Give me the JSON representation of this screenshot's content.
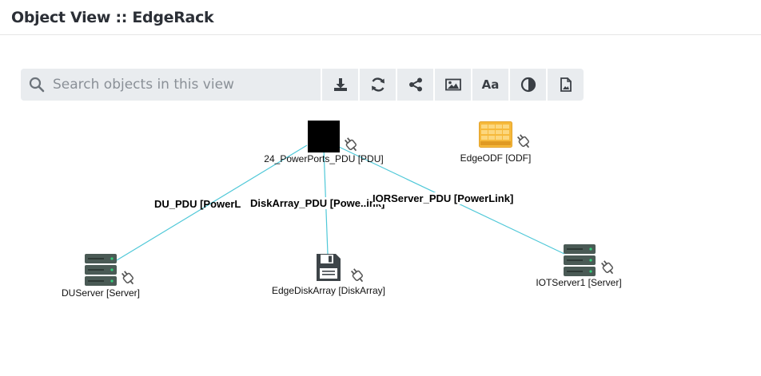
{
  "header": {
    "title": "Object View :: EdgeRack"
  },
  "search": {
    "placeholder": "Search objects in this view"
  },
  "toolbar": {
    "buttons": [
      {
        "name": "download-icon"
      },
      {
        "name": "refresh-icon"
      },
      {
        "name": "share-icon"
      },
      {
        "name": "image-icon"
      },
      {
        "name": "font-icon",
        "label": "Aa"
      },
      {
        "name": "contrast-icon"
      },
      {
        "name": "document-icon"
      }
    ]
  },
  "graph": {
    "link_color": "#4fc8d8",
    "nodes": [
      {
        "id": "pdu",
        "label": "24_PowerPorts_PDU [PDU]",
        "type": "PDU"
      },
      {
        "id": "odf",
        "label": "EdgeODF [ODF]",
        "type": "ODF"
      },
      {
        "id": "du",
        "label": "DUServer [Server]",
        "type": "Server"
      },
      {
        "id": "disk",
        "label": "EdgeDiskArray [DiskArray]",
        "type": "DiskArray"
      },
      {
        "id": "iot",
        "label": "IOTServer1 [Server]",
        "type": "Server"
      }
    ],
    "edges": [
      {
        "label": "DU_PDU [PowerL",
        "from": "pdu",
        "to": "du"
      },
      {
        "label": "DiskArray_PDU [Powe..ink]",
        "from": "pdu",
        "to": "disk"
      },
      {
        "label": "IORServer_PDU [PowerLink]",
        "from": "pdu",
        "to": "iot"
      }
    ]
  }
}
